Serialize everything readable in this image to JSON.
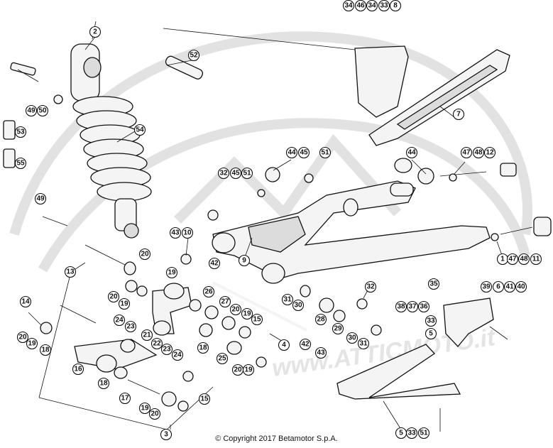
{
  "copyright": "© Copyright 2017 Betamotor S.p.A.",
  "watermark": "www.ATTICMOTO.it",
  "callouts": [
    {
      "id": "c1",
      "label": "34"
    },
    {
      "id": "c2",
      "label": "46"
    },
    {
      "id": "c3",
      "label": "34"
    },
    {
      "id": "c4",
      "label": "33"
    },
    {
      "id": "c5",
      "label": "8"
    },
    {
      "id": "c6",
      "label": "2"
    },
    {
      "id": "c7",
      "label": "52"
    },
    {
      "id": "c8",
      "label": "7"
    },
    {
      "id": "c9",
      "label": "49"
    },
    {
      "id": "c10",
      "label": "50"
    },
    {
      "id": "c11",
      "label": "53"
    },
    {
      "id": "c12",
      "label": "54"
    },
    {
      "id": "c13",
      "label": "55"
    },
    {
      "id": "c14",
      "label": "44"
    },
    {
      "id": "c15",
      "label": "45"
    },
    {
      "id": "c16",
      "label": "51"
    },
    {
      "id": "c17",
      "label": "44"
    },
    {
      "id": "c18",
      "label": "47"
    },
    {
      "id": "c19",
      "label": "48"
    },
    {
      "id": "c20",
      "label": "12"
    },
    {
      "id": "c21",
      "label": "32"
    },
    {
      "id": "c22",
      "label": "45"
    },
    {
      "id": "c23",
      "label": "51"
    },
    {
      "id": "c24",
      "label": "49"
    },
    {
      "id": "c25",
      "label": "43"
    },
    {
      "id": "c26",
      "label": "10"
    },
    {
      "id": "c27",
      "label": "9"
    },
    {
      "id": "c28",
      "label": "1"
    },
    {
      "id": "c29",
      "label": "47"
    },
    {
      "id": "c30",
      "label": "48"
    },
    {
      "id": "c31",
      "label": "11"
    },
    {
      "id": "c32",
      "label": "13"
    },
    {
      "id": "c33",
      "label": "20"
    },
    {
      "id": "c34",
      "label": "42"
    },
    {
      "id": "c35",
      "label": "19"
    },
    {
      "id": "c36",
      "label": "20"
    },
    {
      "id": "c37",
      "label": "19"
    },
    {
      "id": "c38",
      "label": "26"
    },
    {
      "id": "c39",
      "label": "27"
    },
    {
      "id": "c40",
      "label": "32"
    },
    {
      "id": "c41",
      "label": "31"
    },
    {
      "id": "c42",
      "label": "30"
    },
    {
      "id": "c43",
      "label": "38"
    },
    {
      "id": "c44",
      "label": "37"
    },
    {
      "id": "c45",
      "label": "36"
    },
    {
      "id": "c46",
      "label": "35"
    },
    {
      "id": "c47",
      "label": "39"
    },
    {
      "id": "c48",
      "label": "6"
    },
    {
      "id": "c49",
      "label": "41"
    },
    {
      "id": "c50",
      "label": "40"
    },
    {
      "id": "c51",
      "label": "14"
    },
    {
      "id": "c52",
      "label": "24"
    },
    {
      "id": "c53",
      "label": "23"
    },
    {
      "id": "c54",
      "label": "20"
    },
    {
      "id": "c55",
      "label": "19"
    },
    {
      "id": "c56",
      "label": "15"
    },
    {
      "id": "c57",
      "label": "28"
    },
    {
      "id": "c58",
      "label": "29"
    },
    {
      "id": "c59",
      "label": "33"
    },
    {
      "id": "c60",
      "label": "5"
    },
    {
      "id": "c61",
      "label": "20"
    },
    {
      "id": "c62",
      "label": "19"
    },
    {
      "id": "c63",
      "label": "18"
    },
    {
      "id": "c64",
      "label": "21"
    },
    {
      "id": "c65",
      "label": "22"
    },
    {
      "id": "c66",
      "label": "23"
    },
    {
      "id": "c67",
      "label": "24"
    },
    {
      "id": "c68",
      "label": "18"
    },
    {
      "id": "c69",
      "label": "25"
    },
    {
      "id": "c70",
      "label": "4"
    },
    {
      "id": "c71",
      "label": "42"
    },
    {
      "id": "c72",
      "label": "43"
    },
    {
      "id": "c73",
      "label": "30"
    },
    {
      "id": "c74",
      "label": "31"
    },
    {
      "id": "c75",
      "label": "16"
    },
    {
      "id": "c76",
      "label": "18"
    },
    {
      "id": "c77",
      "label": "20"
    },
    {
      "id": "c78",
      "label": "19"
    },
    {
      "id": "c79",
      "label": "17"
    },
    {
      "id": "c80",
      "label": "19"
    },
    {
      "id": "c81",
      "label": "20"
    },
    {
      "id": "c82",
      "label": "15"
    },
    {
      "id": "c83",
      "label": "3"
    },
    {
      "id": "c84",
      "label": "5"
    },
    {
      "id": "c85",
      "label": "33"
    },
    {
      "id": "c86",
      "label": "51"
    }
  ]
}
